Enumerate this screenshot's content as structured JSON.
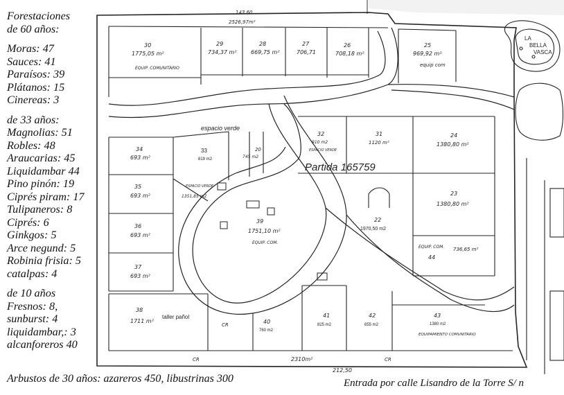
{
  "legend": {
    "sections": [
      {
        "header": "Forestaciones",
        "subheader": "de 60 años:",
        "items": [
          "Moras: 47",
          "Sauces: 41",
          "Paraísos: 39",
          "Plátanos: 15",
          "Cinereas: 3"
        ]
      },
      {
        "header": "de 33 años:",
        "items": [
          "Magnolias: 51",
          "Robles: 48",
          "Araucarias: 45",
          "Liquidambar 44",
          "Pino pinón: 19",
          "Ciprés piram: 17",
          "Tulipaneros: 8",
          "Ciprés: 6",
          "Ginkgos: 5",
          "Arce negund: 5",
          "Robinia frisia: 5",
          "catalpas: 4"
        ]
      },
      {
        "header": "de 10 años",
        "items": [
          "Fresnos: 8,",
          "sunburst: 4",
          "liquidambar,: 3",
          "alcanforeros 40"
        ]
      }
    ]
  },
  "footer": {
    "shrubs": "Arbustos de 30 años: azareros 450, libustrinas 300",
    "entrance": "Entrada por calle Lisandro de la Torre S/ n"
  },
  "plan": {
    "partida": "Partida  165759",
    "espacio_verde": "espacio verde",
    "la_bella_vasca": [
      "LA",
      "BELLA",
      "VASCA"
    ],
    "road_labels": [
      "CR",
      "CR",
      "CR"
    ],
    "top_measures": [
      "143.60",
      "2526,97m²"
    ],
    "bottom_measures": [
      "2310m²",
      "212,50"
    ],
    "lots": [
      {
        "num": "30",
        "area": "1775,05 m²",
        "note": "EQUIP. COMUNITARIO"
      },
      {
        "num": "29",
        "area": "734,37 m²"
      },
      {
        "num": "28",
        "area": "669,75 m²"
      },
      {
        "num": "27",
        "area": "706,71"
      },
      {
        "num": "26",
        "area": "708,18 m²"
      },
      {
        "num": "25",
        "area": "969,92 m²",
        "note": "equip com"
      },
      {
        "num": "34",
        "area": "693 m²"
      },
      {
        "num": "33",
        "area": "819 m2"
      },
      {
        "num": "20",
        "area": "745 m2"
      },
      {
        "num": "32",
        "area": "910 m2",
        "note": "ESPACIO VERDE"
      },
      {
        "num": "31",
        "area": "1120 m²"
      },
      {
        "num": "24",
        "area": "1380,80 m²"
      },
      {
        "num": "35",
        "area": "693 m²"
      },
      {
        "num": "",
        "area": "1351,85 m2",
        "note": "ESPACIO VERDE"
      },
      {
        "num": "23",
        "area": "1380,80 m²"
      },
      {
        "num": "36",
        "area": "693 m²"
      },
      {
        "num": "39",
        "area": "1751,10 m²",
        "note": "EQUIP. COM."
      },
      {
        "num": "22",
        "area": "1970,50 m2"
      },
      {
        "num": "44",
        "area": "736,65 m²",
        "note": "EQUIP. COM."
      },
      {
        "num": "37",
        "area": "693 m²"
      },
      {
        "num": "38",
        "area": "1711 m²",
        "note": "taller pañol"
      },
      {
        "num": "40",
        "area": "760 m2"
      },
      {
        "num": "41",
        "area": "825 m2"
      },
      {
        "num": "42",
        "area": "655 m2"
      },
      {
        "num": "43",
        "area": "1380 m2",
        "note": "EQUIPAMIENTO COMUNITARIO"
      }
    ]
  }
}
